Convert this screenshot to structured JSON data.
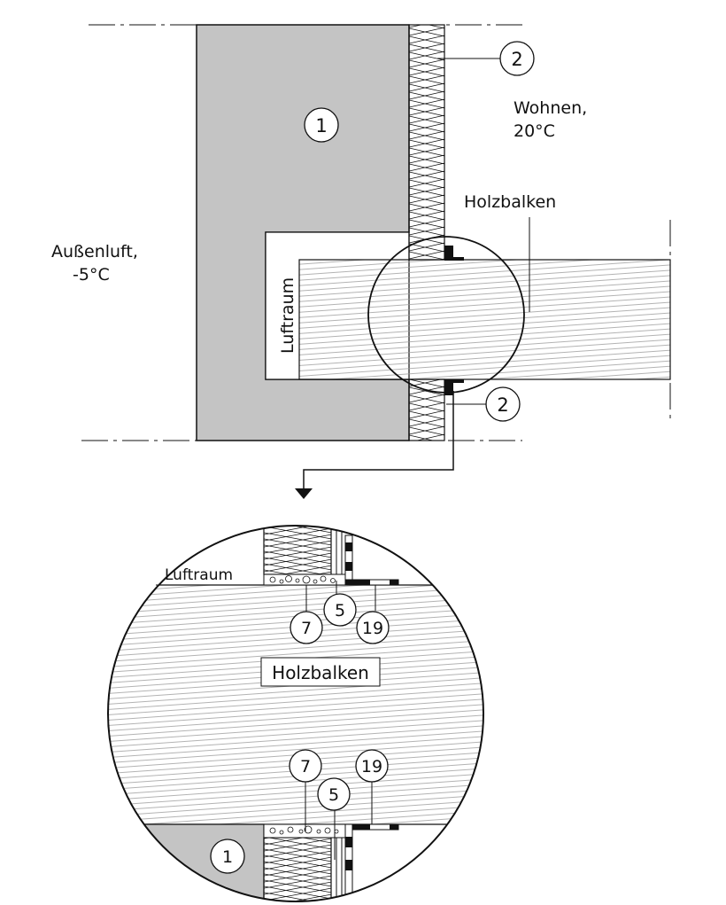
{
  "labels": {
    "outside": [
      "Außenluft,",
      "-5°C"
    ],
    "inside": [
      "Wohnen,",
      "20°C"
    ],
    "beam_top": "Holzbalken",
    "air_space_top": "Luftraum",
    "air_space_detail": "Luftraum",
    "beam_detail": "Holzbalken"
  },
  "callouts": {
    "wall_top": "1",
    "insulation_upper": "2",
    "insulation_lower": "2",
    "detail_upper_7": "7",
    "detail_upper_5": "5",
    "detail_upper_19": "19",
    "detail_lower_7": "7",
    "detail_lower_5": "5",
    "detail_lower_19": "19",
    "detail_wall": "1"
  },
  "colors": {
    "masonry": "#c4c4c4",
    "line": "#111111",
    "background": "#ffffff",
    "wood_grain": "#9a9a9a"
  }
}
